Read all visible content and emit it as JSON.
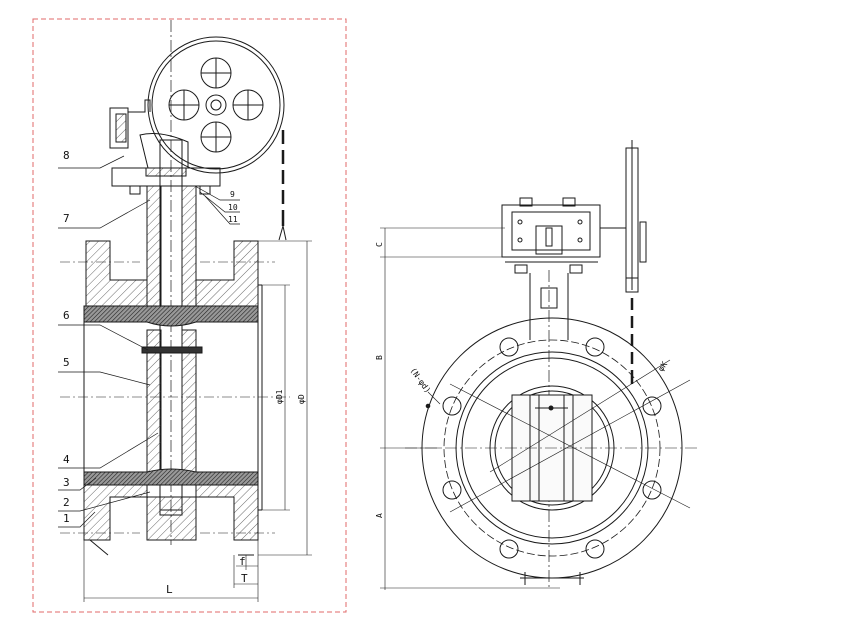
{
  "drawing": {
    "callouts": [
      "1",
      "2",
      "3",
      "4",
      "5",
      "6",
      "7",
      "8",
      "9",
      "10",
      "11"
    ],
    "dimensions": {
      "L": "L",
      "f": "f",
      "T": "T",
      "D1": "φD1",
      "D": "φD",
      "A": "A",
      "B": "B",
      "C": "C",
      "K": "φK",
      "bolts": "(N-φd)"
    }
  },
  "colors": {
    "line": "#1a1a1a",
    "frame": "#e06a6a",
    "hatch": "#444444"
  }
}
